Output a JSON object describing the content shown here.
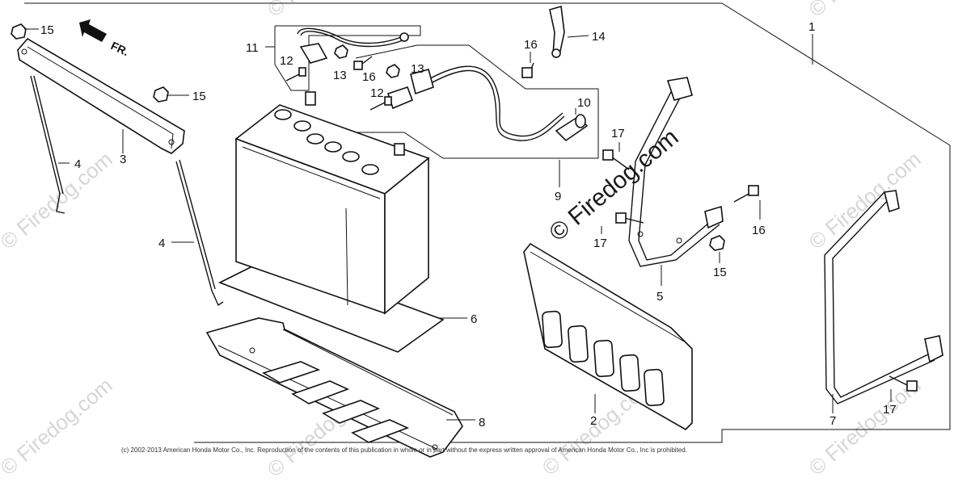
{
  "direction_label": "FR.",
  "copyright": "(c) 2002-2013 American Honda Motor Co., Inc. Reproduction of the contents of this publication in whole or in part without the express written approval of American Honda Motor Co., Inc is prohibited.",
  "watermark": "© Firedog.com",
  "callouts": [
    "1",
    "2",
    "3",
    "4",
    "4",
    "5",
    "6",
    "7",
    "8",
    "9",
    "10",
    "11",
    "12",
    "12",
    "13",
    "13",
    "14",
    "15",
    "15",
    "15",
    "16",
    "16",
    "16",
    "17",
    "17",
    "17"
  ]
}
